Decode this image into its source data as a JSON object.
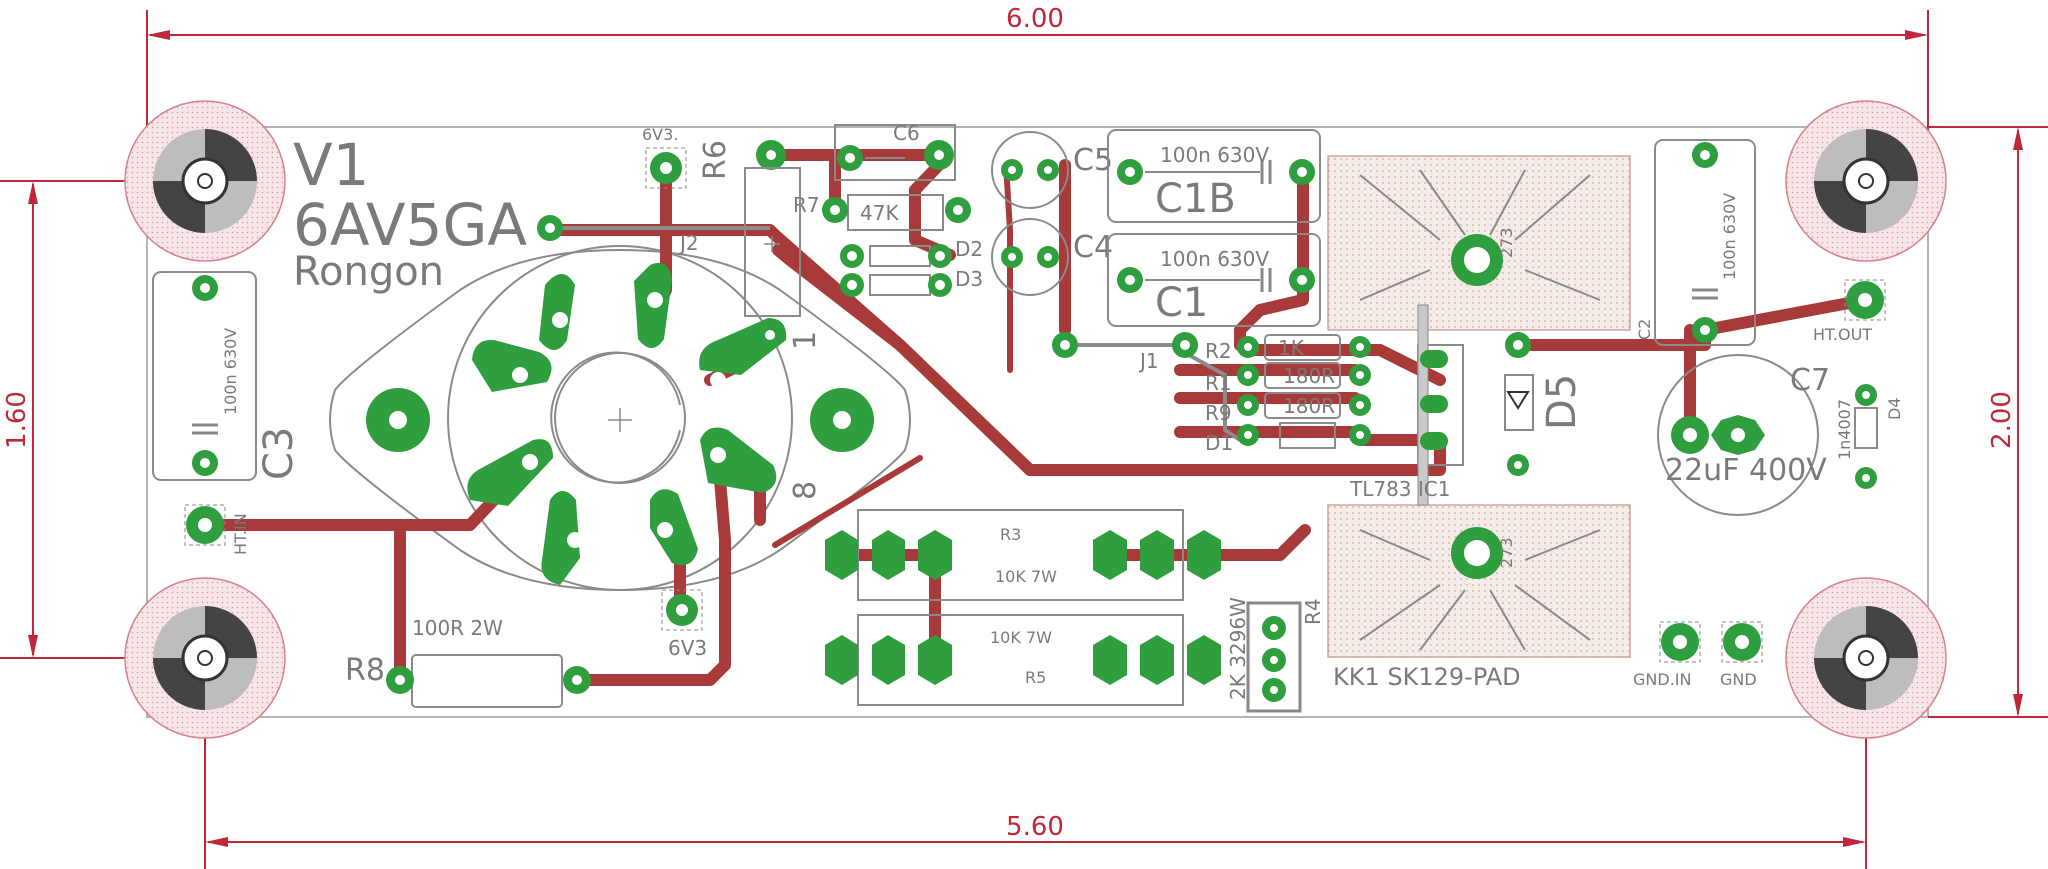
{
  "board": {
    "title": "V1",
    "subtitle": "6AV5GA",
    "author": "Rongon"
  },
  "dimensions": {
    "top_width": "6.00",
    "bottom_width": "5.60",
    "left_height": "1.60",
    "right_height": "2.00"
  },
  "labels": {
    "c6": "C6",
    "r7": "R7",
    "r7_value": "47K",
    "d2": "D2",
    "d3": "D3",
    "r6": "R6",
    "j2": "J2",
    "pin1": "1",
    "pin8": "8",
    "v3_top": "6V3.",
    "v3_bottom": "6V3",
    "c5": "C5",
    "c4": "C4",
    "c1b_value": "100n 630V",
    "c1b": "C1B",
    "c1_value": "100n 630V",
    "c1": "C1",
    "j1": "J1",
    "r2": "R2",
    "r2_value": "1K",
    "r1": "R1",
    "r1_value": "180R",
    "r9": "R9",
    "r9_value": "180R",
    "d1": "D1",
    "ic1": "TL783 IC1",
    "d5": "D5",
    "c2_value": "100n 630V",
    "c2": "C2",
    "ht_out": "HT.OUT",
    "c7": "C7",
    "c7_value": "22uF 400V",
    "d4": "D4",
    "d4_value": "1n4007",
    "c3_value": "100n 630V",
    "c3": "C3",
    "ht_in": "HT.IN",
    "r8": "R8",
    "r8_value": "100R 2W",
    "r3": "R3",
    "r3_value": "10K 7W",
    "r5": "R5",
    "r5_value": "10K 7W",
    "r4": "R4",
    "r4_value": "2K 3296W",
    "kk1": "KK1 SK129-PAD",
    "gnd_in": "GND.IN",
    "gnd": "GND",
    "hs_top": "273",
    "hs_bottom": "273"
  }
}
